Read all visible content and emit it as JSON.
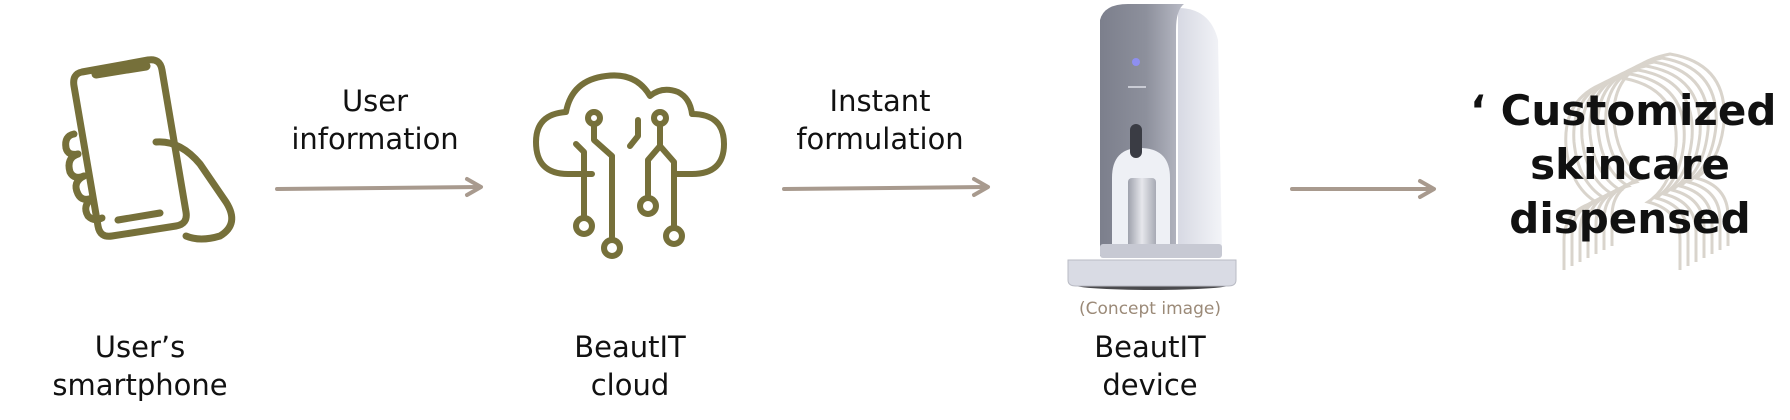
{
  "steps": [
    {
      "label_line1": "User’s",
      "label_line2": "smartphone",
      "icon": "smartphone-hand-icon"
    },
    {
      "label_line1": "BeautIT",
      "label_line2": "cloud",
      "icon": "circuit-cloud-icon"
    },
    {
      "label_line1": "BeautIT",
      "label_line2": "device",
      "icon": "dispenser-device-image"
    }
  ],
  "arrows": [
    {
      "label_line1": "User",
      "label_line2": "information"
    },
    {
      "label_line1": "Instant",
      "label_line2": "formulation"
    },
    {
      "label_line1": "",
      "label_line2": ""
    }
  ],
  "device_caption": "(Concept image)",
  "result": {
    "line1": "‘ Customized ’",
    "line2": "skincare",
    "line3": "dispensed",
    "icon": "people-silhouettes-icon"
  },
  "colors": {
    "icon_olive": "#76703a",
    "arrow": "#a89a8e",
    "caption": "#9b8a78",
    "silhouette": "#d9d4cc"
  }
}
